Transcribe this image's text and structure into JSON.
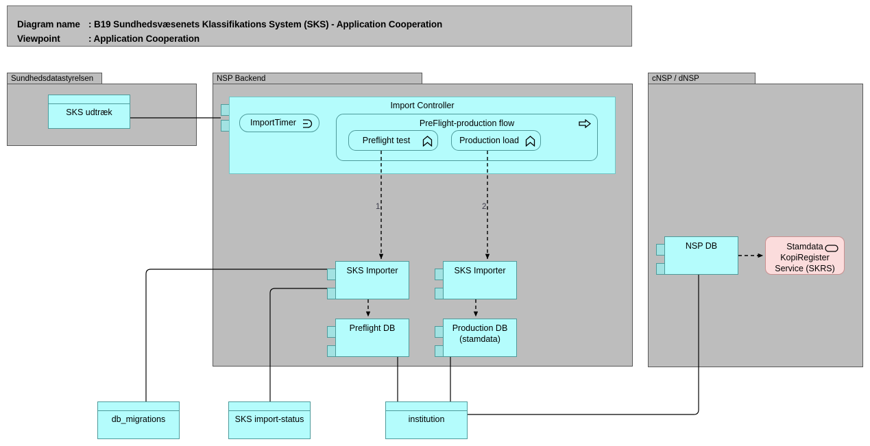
{
  "title_block": {
    "row1_key": "Diagram name",
    "row1_sep": ": ",
    "row1_value": "B19 Sundhedsvæsenets Klassifikations System (SKS) - Application Cooperation",
    "row2_key": "Viewpoint",
    "row2_sep": ": ",
    "row2_value": "Application Cooperation"
  },
  "groups": [
    {
      "id": "sundhedsdatastyrelsen",
      "label": "Sundhedsdatastyrelsen"
    },
    {
      "id": "nsp-backend",
      "label": "NSP Backend"
    },
    {
      "id": "cnsp-dnsp",
      "label": "cNSP / dNSP"
    }
  ],
  "elements": {
    "sks_udtraek": {
      "label": "SKS udtræk",
      "type": "data-object"
    },
    "import_controller": {
      "label": "Import Controller",
      "type": "application-component"
    },
    "import_timer": {
      "label": "ImportTimer",
      "type": "application-event",
      "icon": "event-arrow-icon"
    },
    "preflight_production_flow": {
      "label": "PreFlight-production flow",
      "type": "application-process",
      "icon": "process-arrow-icon"
    },
    "preflight_test": {
      "label": "Preflight test",
      "type": "application-function",
      "icon": "function-chevron-icon"
    },
    "production_load": {
      "label": "Production load",
      "type": "application-function",
      "icon": "function-chevron-icon"
    },
    "sks_importer_1": {
      "label": "SKS Importer",
      "type": "application-component"
    },
    "sks_importer_2": {
      "label": "SKS Importer",
      "type": "application-component"
    },
    "preflight_db": {
      "label": "Preflight DB",
      "type": "application-component"
    },
    "production_db": {
      "label": "Production DB\n(stamdata)",
      "type": "application-component"
    },
    "nsp_db": {
      "label": "NSP DB",
      "type": "application-component"
    },
    "skrs": {
      "label": "Stamdata\nKopiRegister\nService (SKRS)",
      "type": "application-service",
      "icon": "service-oval-icon"
    },
    "db_migrations": {
      "label": "db_migrations",
      "type": "data-object"
    },
    "sks_import_status": {
      "label": "SKS import-status",
      "type": "data-object"
    },
    "institution": {
      "label": "institution",
      "type": "data-object"
    }
  },
  "sequence_labels": [
    {
      "id": "seq-1",
      "text": "1."
    },
    {
      "id": "seq-2",
      "text": "2."
    }
  ],
  "colors": {
    "application_fill": "#b4fcfc",
    "application_stroke": "#4d9a9a",
    "service_fill": "#fbdcdc",
    "service_stroke": "#c98f8f",
    "group_fill": "#bdbdbd",
    "group_stroke": "#585858",
    "title_fill": "#c0c0c0",
    "nub_fill": "#a2e2e2",
    "line": "#000000",
    "canvas": "#ffffff"
  }
}
